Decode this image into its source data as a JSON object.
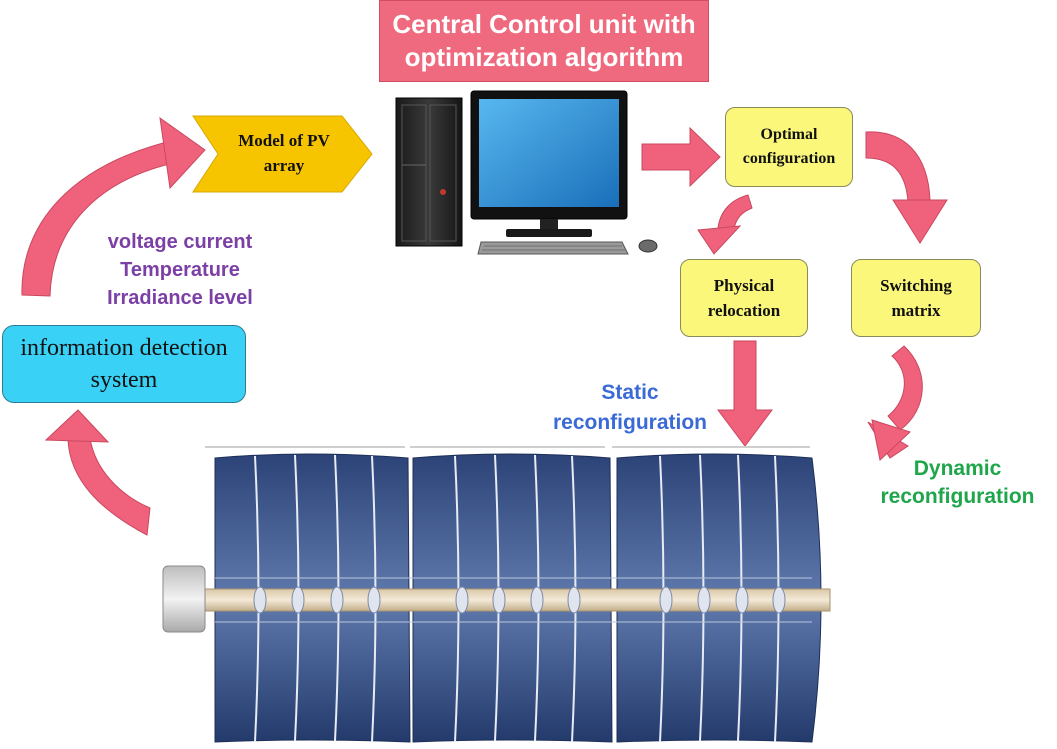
{
  "title": {
    "line1": "Central Control unit with",
    "line2": "optimization algorithm"
  },
  "model_box": {
    "line1": "Model of PV",
    "line2": "array"
  },
  "optimal_box": {
    "line1": "Optimal",
    "line2": "configuration"
  },
  "physical_box": {
    "line1": "Physical",
    "line2": "relocation"
  },
  "switching_box": {
    "line1": "Switching",
    "line2": "matrix"
  },
  "info_box": {
    "line1": "information detection",
    "line2": "system"
  },
  "parameters": {
    "line1": "voltage current",
    "line2": "Temperature",
    "line3": "Irradiance level"
  },
  "static_label": {
    "line1": "Static",
    "line2": "reconfiguration"
  },
  "dynamic_label": {
    "line1": "Dynamic",
    "line2": "reconfiguration"
  },
  "colors": {
    "arrow": "#f0627c",
    "title_bg": "#f06a7f",
    "yellow_box": "#fbf77a",
    "chevron": "#f7c400",
    "info_bg": "#39d1f6",
    "panel": "#2f4a87",
    "parameters_text": "#7b3fa6",
    "static_text": "#3a6ad6",
    "dynamic_text": "#1fa54a"
  },
  "icons": {
    "computer": "desktop-computer-icon",
    "solar_array": "solar-panel-array-icon"
  }
}
